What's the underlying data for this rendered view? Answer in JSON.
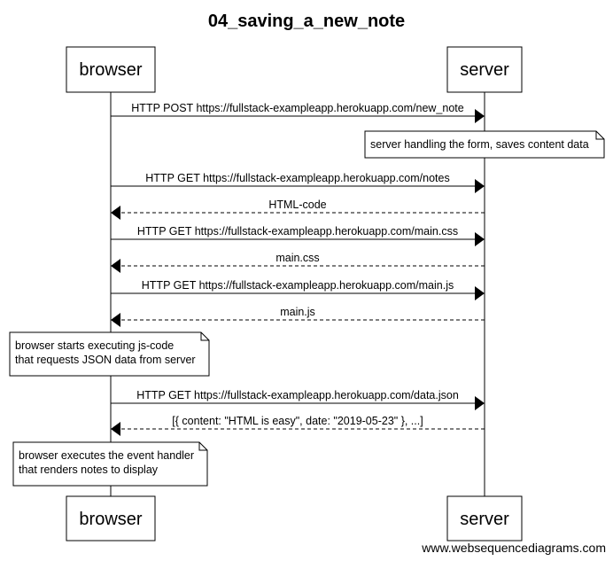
{
  "diagram": {
    "title": "04_saving_a_new_note",
    "footer": "www.websequencediagrams.com",
    "participants": [
      {
        "id": "browser",
        "label": "browser"
      },
      {
        "id": "server",
        "label": "server"
      }
    ],
    "steps": [
      {
        "kind": "message",
        "from": "browser",
        "to": "server",
        "style": "solid",
        "text": "HTTP POST https://fullstack-exampleapp.herokuapp.com/new_note"
      },
      {
        "kind": "note",
        "over": "server",
        "lines": [
          "server handling the form, saves content data"
        ]
      },
      {
        "kind": "message",
        "from": "browser",
        "to": "server",
        "style": "solid",
        "text": "HTTP GET https://fullstack-exampleapp.herokuapp.com/notes"
      },
      {
        "kind": "message",
        "from": "server",
        "to": "browser",
        "style": "dashed",
        "text": "HTML-code"
      },
      {
        "kind": "message",
        "from": "browser",
        "to": "server",
        "style": "solid",
        "text": "HTTP GET https://fullstack-exampleapp.herokuapp.com/main.css"
      },
      {
        "kind": "message",
        "from": "server",
        "to": "browser",
        "style": "dashed",
        "text": "main.css"
      },
      {
        "kind": "message",
        "from": "browser",
        "to": "server",
        "style": "solid",
        "text": "HTTP GET https://fullstack-exampleapp.herokuapp.com/main.js"
      },
      {
        "kind": "message",
        "from": "server",
        "to": "browser",
        "style": "dashed",
        "text": "main.js"
      },
      {
        "kind": "note",
        "over": "browser",
        "lines": [
          "browser starts executing js-code",
          "that requests JSON data from server"
        ]
      },
      {
        "kind": "message",
        "from": "browser",
        "to": "server",
        "style": "solid",
        "text": "HTTP GET https://fullstack-exampleapp.herokuapp.com/data.json"
      },
      {
        "kind": "message",
        "from": "server",
        "to": "browser",
        "style": "dashed",
        "text": "[{ content: \"HTML is easy\", date: \"2019-05-23\" }, ...]"
      },
      {
        "kind": "note",
        "over": "browser",
        "lines": [
          "browser executes the event handler",
          "that renders notes to display"
        ]
      }
    ]
  }
}
